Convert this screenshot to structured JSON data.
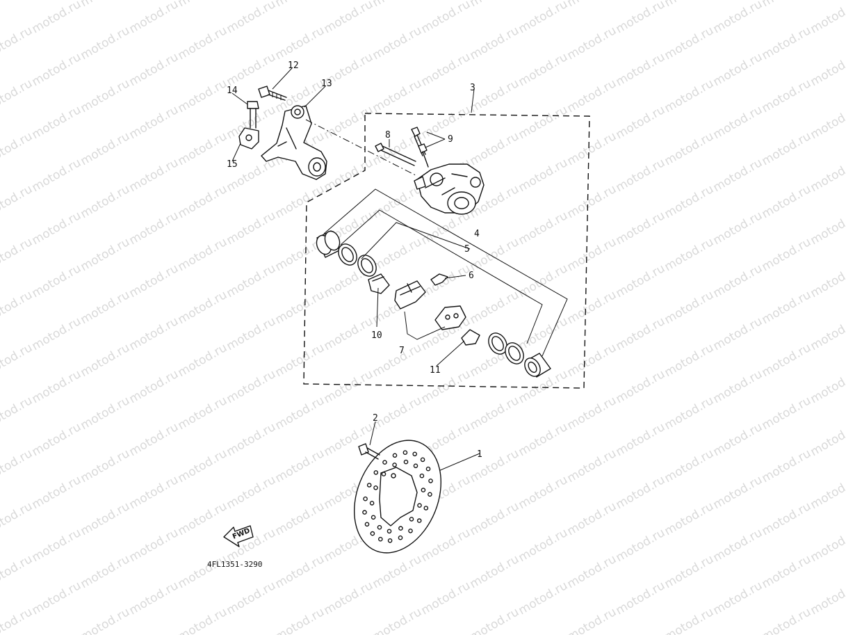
{
  "watermark": {
    "text": "motod.ru"
  },
  "callouts": [
    "1",
    "2",
    "3",
    "4",
    "5",
    "6",
    "7",
    "8",
    "9",
    "10",
    "11",
    "12",
    "13",
    "14",
    "15"
  ],
  "part_code": "4FL1351-3290",
  "fwd_label": "FWD"
}
